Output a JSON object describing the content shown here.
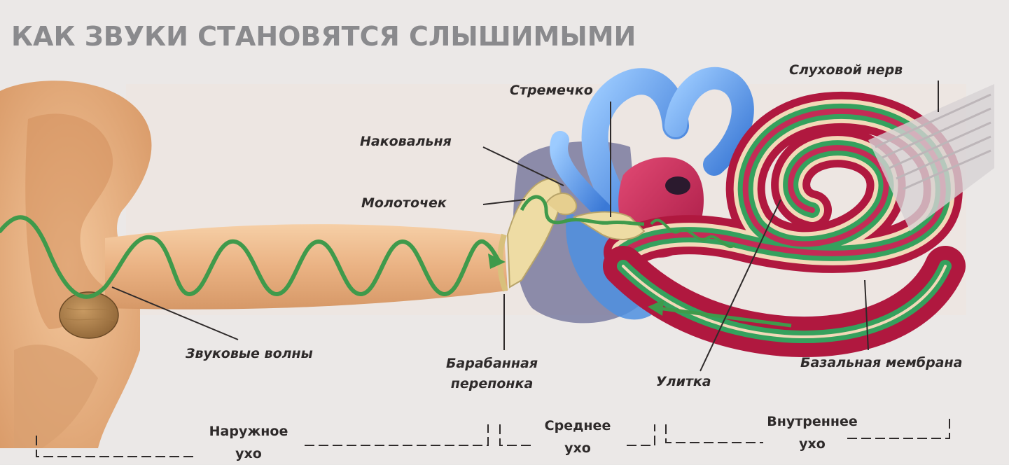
{
  "title": "КАК ЗВУКИ СТАНОВЯТСЯ СЛЫШИМЫМИ",
  "labels": {
    "auditory_nerve": "Слуховой нерв",
    "stapes": "Стремечко",
    "incus": "Наковальня",
    "malleus": "Молоточек",
    "sound_waves": "Звуковые волны",
    "eardrum_line1": "Барабанная",
    "eardrum_line2": "перепонка",
    "cochlea": "Улитка",
    "basilar_membrane": "Базальная мембрана"
  },
  "sections": {
    "outer_line1": "Наружное",
    "outer_line2": "ухо",
    "middle_line1": "Среднее",
    "middle_line2": "ухо",
    "inner_line1": "Внутреннее",
    "inner_line2": "ухо"
  },
  "colors": {
    "background": "#e9e7e6",
    "skin": "#e9b488",
    "wave": "#3f9a4b",
    "canal_blue": "#4e8fe0",
    "cochlea_red": "#c42b56",
    "cochlea_green": "#35a15d",
    "bone": "#eedca4"
  },
  "icons": [
    "ear-illustration",
    "wave-arrow",
    "ossicles",
    "semicircular-canals",
    "cochlea-spiral"
  ]
}
